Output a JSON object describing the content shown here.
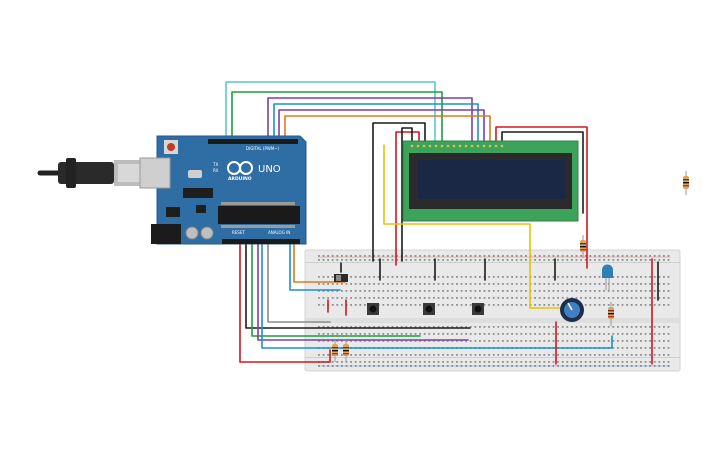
{
  "board": {
    "brand": "ARDUINO",
    "model": "UNO",
    "header_digital": "DIGITAL (PWM~)",
    "header_analog": "ANALOG IN",
    "tx": "TX",
    "rx": "RX",
    "reset": "RESET"
  },
  "components": {
    "lcd": "16x2 LCD module",
    "breadboard": "breadboard",
    "potentiometer": "potentiometer",
    "led": "LED",
    "push_buttons": 3,
    "resistors_on_board": 4,
    "loose_resistor": 1
  },
  "colors": {
    "board": "#2f6ea5",
    "lcd_pcb": "#3da35a",
    "lcd_screen": "#1a2846",
    "breadboard": "#e9e9e9",
    "wire_red": "#d0191d",
    "wire_black": "#1c1c1c",
    "wire_green": "#1f9d3c",
    "wire_blue": "#1b8fd0",
    "wire_cyan": "#5cc6d4",
    "wire_purple": "#7b3fa6",
    "wire_orange": "#e0781e",
    "wire_yellow": "#e9c300",
    "wire_gray": "#8a8a8a"
  }
}
